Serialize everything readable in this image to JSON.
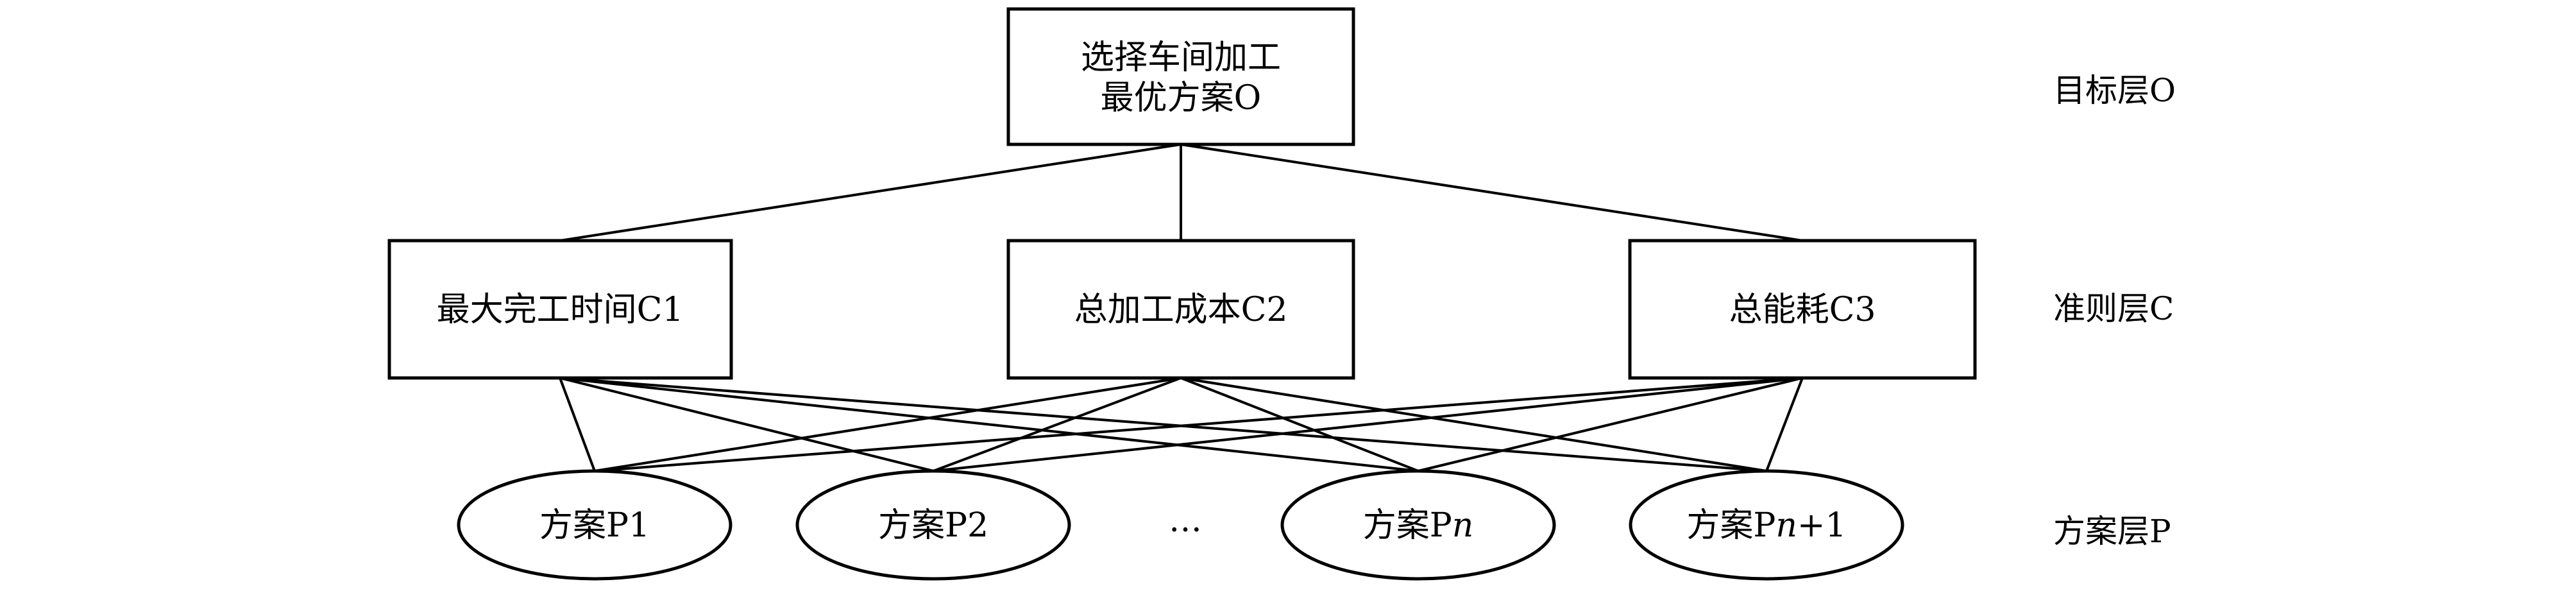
{
  "goal": {
    "id": "O",
    "lines": [
      "选择车间加工",
      "最优方案O"
    ]
  },
  "criteria": [
    {
      "id": "C1",
      "label": "最大完工时间C1"
    },
    {
      "id": "C2",
      "label": "总加工成本C2"
    },
    {
      "id": "C3",
      "label": "总能耗C3"
    }
  ],
  "alternatives": [
    {
      "id": "P1",
      "prefix": "方案P",
      "suffix": "1",
      "italic": ""
    },
    {
      "id": "P2",
      "prefix": "方案P",
      "suffix": "2",
      "italic": ""
    },
    {
      "id": "ellipsis",
      "label": "…"
    },
    {
      "id": "Pn",
      "prefix": "方案P",
      "italic": "n",
      "suffix": ""
    },
    {
      "id": "Pn+1",
      "prefix": "方案P",
      "italic": "n",
      "suffix": "+1"
    }
  ],
  "layers": {
    "goal": "目标层O",
    "criteria": "准则层C",
    "alternatives": "方案层P"
  },
  "edges": {
    "goal_to_criteria": [
      [
        "O",
        "C1"
      ],
      [
        "O",
        "C2"
      ],
      [
        "O",
        "C3"
      ]
    ],
    "criteria_to_alternatives": [
      [
        "C1",
        "P1"
      ],
      [
        "C1",
        "P2"
      ],
      [
        "C1",
        "Pn"
      ],
      [
        "C1",
        "Pn+1"
      ],
      [
        "C2",
        "P1"
      ],
      [
        "C2",
        "P2"
      ],
      [
        "C2",
        "Pn"
      ],
      [
        "C2",
        "Pn+1"
      ],
      [
        "C3",
        "P1"
      ],
      [
        "C3",
        "P2"
      ],
      [
        "C3",
        "Pn"
      ],
      [
        "C3",
        "Pn+1"
      ]
    ]
  }
}
